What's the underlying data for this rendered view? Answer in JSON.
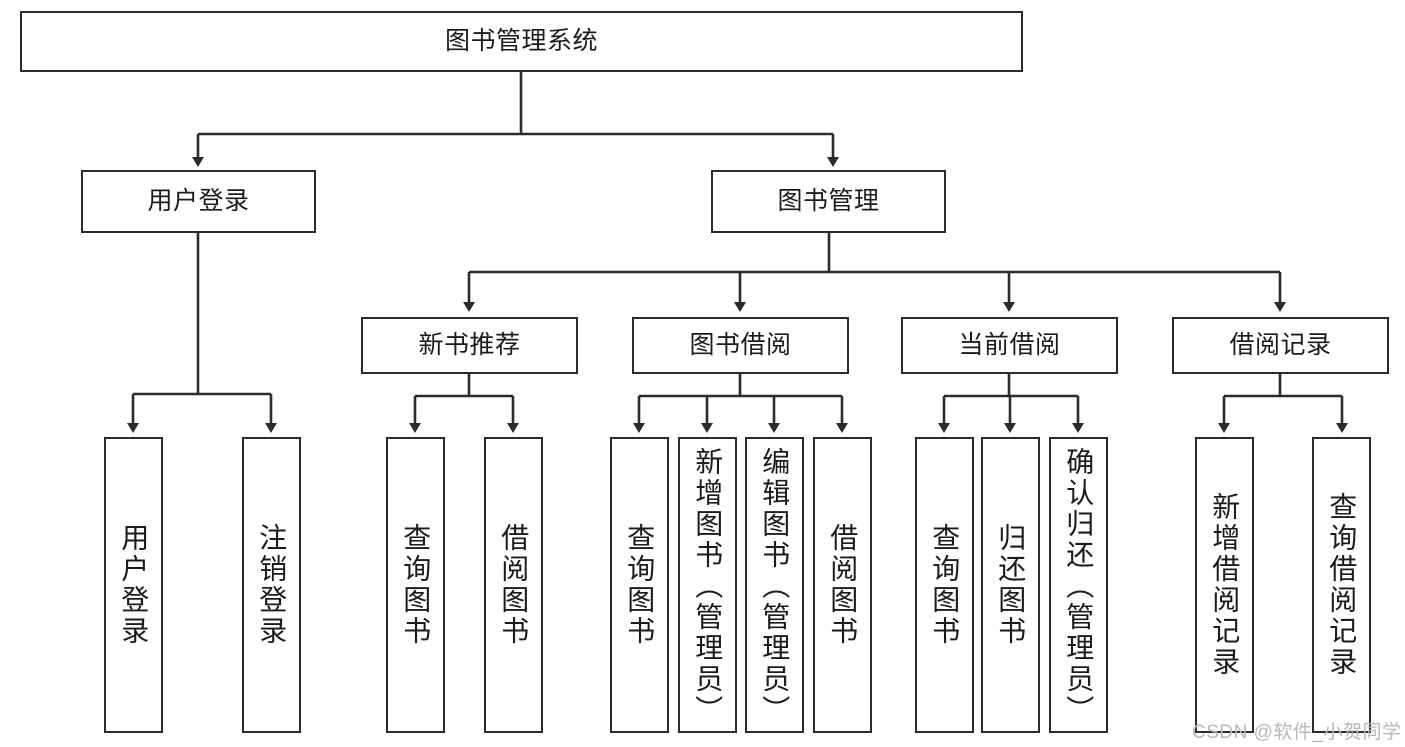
{
  "diagram": {
    "title": "图书管理系统",
    "type": "tree-hierarchy",
    "root": {
      "label": "图书管理系统"
    },
    "level2": [
      {
        "id": "user-login",
        "label": "用户登录"
      },
      {
        "id": "book-management",
        "label": "图书管理"
      }
    ],
    "level3": [
      {
        "id": "new-book-recommend",
        "label": "新书推荐",
        "parent": "book-management"
      },
      {
        "id": "book-borrow",
        "label": "图书借阅",
        "parent": "book-management"
      },
      {
        "id": "current-borrow",
        "label": "当前借阅",
        "parent": "book-management"
      },
      {
        "id": "borrow-record",
        "label": "借阅记录",
        "parent": "book-management"
      }
    ],
    "leaves": [
      {
        "id": "leaf-user-login",
        "label": "用户登录",
        "parent": "user-login"
      },
      {
        "id": "leaf-logout-login",
        "label": "注销登录",
        "parent": "user-login"
      },
      {
        "id": "leaf-query-book-1",
        "label": "查询图书",
        "parent": "new-book-recommend"
      },
      {
        "id": "leaf-borrow-book-1",
        "label": "借阅图书",
        "parent": "new-book-recommend"
      },
      {
        "id": "leaf-query-book-2",
        "label": "查询图书",
        "parent": "book-borrow"
      },
      {
        "id": "leaf-add-book",
        "label": "新增图书（管理员）",
        "parent": "book-borrow"
      },
      {
        "id": "leaf-edit-book",
        "label": "编辑图书（管理员）",
        "parent": "book-borrow"
      },
      {
        "id": "leaf-borrow-book-2",
        "label": "借阅图书",
        "parent": "book-borrow"
      },
      {
        "id": "leaf-query-book-3",
        "label": "查询图书",
        "parent": "current-borrow"
      },
      {
        "id": "leaf-return-book",
        "label": "归还图书",
        "parent": "current-borrow"
      },
      {
        "id": "leaf-confirm-return",
        "label": "确认归还（管理员）",
        "parent": "current-borrow"
      },
      {
        "id": "leaf-add-record",
        "label": "新增借阅记录",
        "parent": "borrow-record"
      },
      {
        "id": "leaf-query-record",
        "label": "查询借阅记录",
        "parent": "borrow-record"
      }
    ],
    "watermark": "CSDN @软件_小贺同学",
    "colors": {
      "stroke": "#2b2b2b",
      "fill": "#ffffff",
      "text": "#1b1b1b",
      "watermark": "#b8b8b8"
    }
  }
}
